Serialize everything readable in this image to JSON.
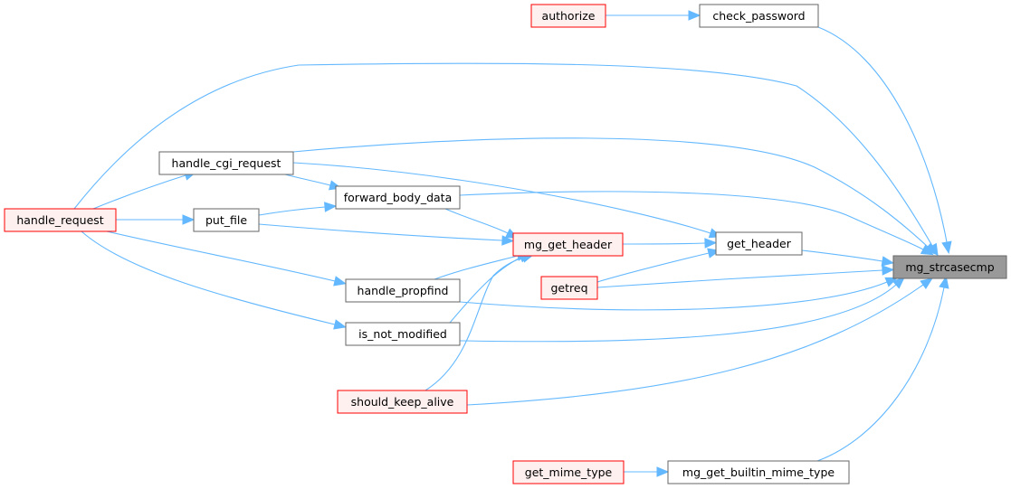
{
  "graph": {
    "focus_label": "mg_strcasecmp",
    "nodes": [
      {
        "id": "mg_strcasecmp",
        "label": "mg_strcasecmp",
        "style": "focus"
      },
      {
        "id": "check_password",
        "label": "check_password",
        "style": "normal"
      },
      {
        "id": "authorize",
        "label": "authorize",
        "style": "red"
      },
      {
        "id": "handle_cgi_request",
        "label": "handle_cgi_request",
        "style": "normal"
      },
      {
        "id": "forward_body_data",
        "label": "forward_body_data",
        "style": "normal"
      },
      {
        "id": "handle_request",
        "label": "handle_request",
        "style": "red"
      },
      {
        "id": "put_file",
        "label": "put_file",
        "style": "normal"
      },
      {
        "id": "mg_get_header",
        "label": "mg_get_header",
        "style": "red"
      },
      {
        "id": "get_header",
        "label": "get_header",
        "style": "normal"
      },
      {
        "id": "getreq",
        "label": "getreq",
        "style": "red"
      },
      {
        "id": "handle_propfind",
        "label": "handle_propfind",
        "style": "normal"
      },
      {
        "id": "is_not_modified",
        "label": "is_not_modified",
        "style": "normal"
      },
      {
        "id": "should_keep_alive",
        "label": "should_keep_alive",
        "style": "red"
      },
      {
        "id": "get_mime_type",
        "label": "get_mime_type",
        "style": "red"
      },
      {
        "id": "mg_get_builtin_mime_type",
        "label": "mg_get_builtin_mime_type",
        "style": "normal"
      }
    ],
    "edges": [
      {
        "from": "check_password",
        "to": "mg_strcasecmp"
      },
      {
        "from": "authorize",
        "to": "check_password"
      },
      {
        "from": "handle_request",
        "to": "mg_strcasecmp"
      },
      {
        "from": "handle_cgi_request",
        "to": "mg_strcasecmp"
      },
      {
        "from": "forward_body_data",
        "to": "mg_strcasecmp"
      },
      {
        "from": "get_header",
        "to": "mg_strcasecmp"
      },
      {
        "from": "getreq",
        "to": "mg_strcasecmp"
      },
      {
        "from": "handle_propfind",
        "to": "mg_strcasecmp"
      },
      {
        "from": "is_not_modified",
        "to": "mg_strcasecmp"
      },
      {
        "from": "should_keep_alive",
        "to": "mg_strcasecmp"
      },
      {
        "from": "mg_get_builtin_mime_type",
        "to": "mg_strcasecmp"
      },
      {
        "from": "get_mime_type",
        "to": "mg_get_builtin_mime_type"
      },
      {
        "from": "handle_request",
        "to": "handle_cgi_request"
      },
      {
        "from": "handle_cgi_request",
        "to": "forward_body_data"
      },
      {
        "from": "handle_request",
        "to": "put_file"
      },
      {
        "from": "put_file",
        "to": "forward_body_data"
      },
      {
        "from": "forward_body_data",
        "to": "mg_get_header"
      },
      {
        "from": "put_file",
        "to": "mg_get_header"
      },
      {
        "from": "mg_get_header",
        "to": "get_header"
      },
      {
        "from": "handle_cgi_request",
        "to": "get_header"
      },
      {
        "from": "getreq",
        "to": "get_header"
      },
      {
        "from": "handle_request",
        "to": "handle_propfind"
      },
      {
        "from": "handle_request",
        "to": "is_not_modified"
      },
      {
        "from": "handle_propfind",
        "to": "mg_get_header"
      },
      {
        "from": "is_not_modified",
        "to": "mg_get_header"
      },
      {
        "from": "should_keep_alive",
        "to": "mg_get_header"
      }
    ]
  }
}
